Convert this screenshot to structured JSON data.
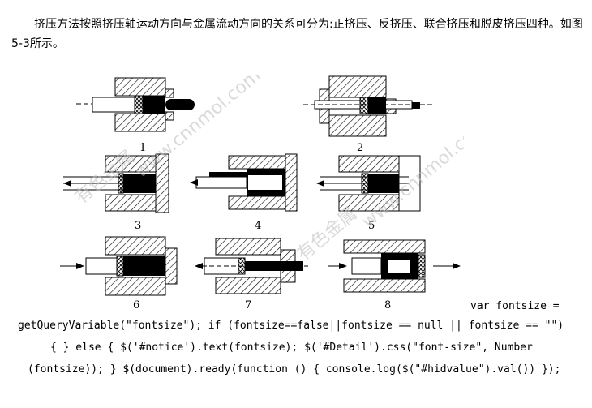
{
  "article": {
    "paragraph": "挤压方法按照挤压轴运动方向与金属流动方向的关系可分为:正挤压、反挤压、联合挤压和脱皮挤压四种。如图5-3所示。"
  },
  "figure": {
    "panel_labels": [
      "1",
      "2",
      "3",
      "4",
      "5",
      "6",
      "7",
      "8"
    ],
    "watermarks": [
      "有色金属",
      "www.cnnmol.com"
    ]
  },
  "code": {
    "line1": "var fontsize =",
    "line2": "getQueryVariable(\"fontsize\"); if (fontsize==false||fontsize == null || fontsize == \"\")",
    "line3": "{ } else { $('#notice').text(fontsize); $('#Detail').css(\"font-size\", Number",
    "line4": "(fontsize)); } $(document).ready(function () { console.log($(\"#hidvalue\").val()) });"
  }
}
